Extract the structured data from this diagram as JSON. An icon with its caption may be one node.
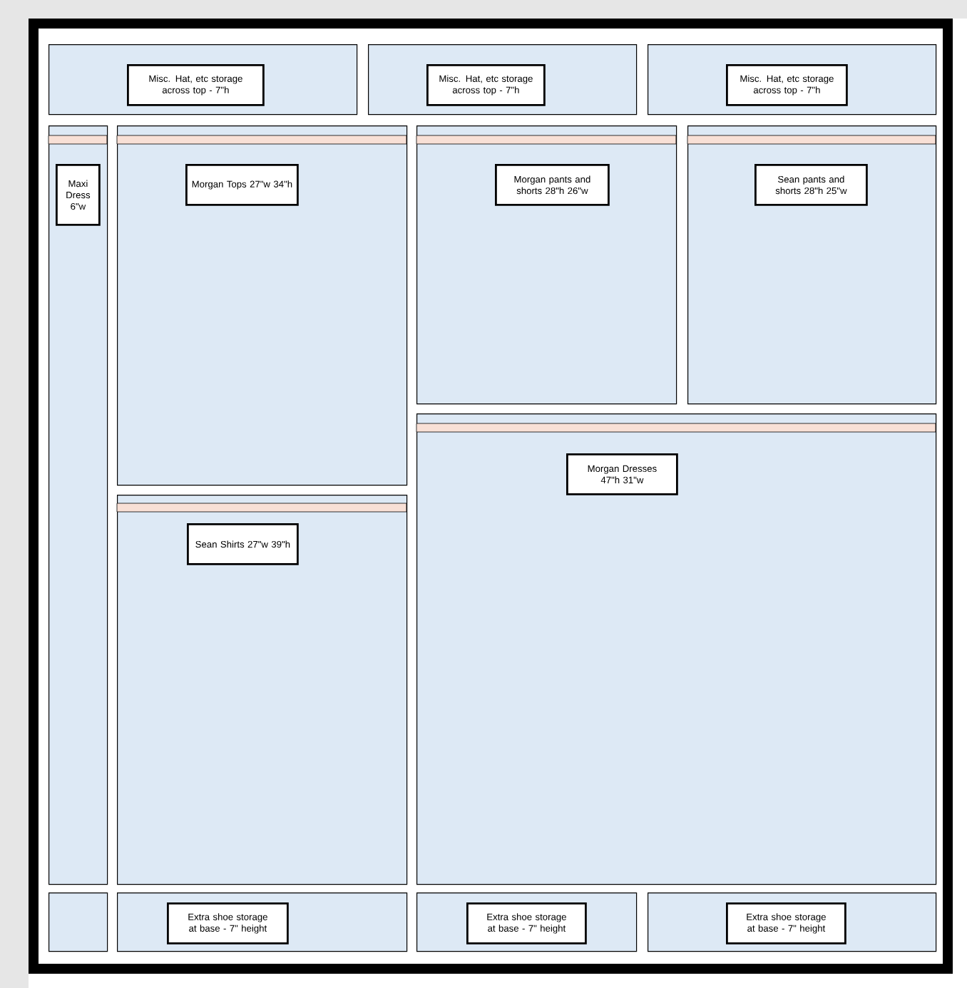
{
  "diagram": {
    "nodes": [
      {
        "text": [],
        "shape": "box"
      },
      {
        "text": [
          "Misc. Hat, etc storage across top - 7\"h"
        ],
        "in": 0
      },
      {
        "text": [],
        "shape": "box"
      },
      {
        "text": [
          "Misc. Hat, etc storage across top - 7\"h"
        ],
        "in": 2
      },
      {
        "text": [],
        "shape": "box"
      },
      {
        "text": [
          "Misc. Hat, etc storage across top - 7\"h"
        ],
        "in": 4
      },
      {
        "text": [],
        "shape": "box"
      },
      {
        "text": [
          "Maxi Dress 6\"w"
        ],
        "in": 6
      },
      {
        "text": [],
        "shape": "box"
      },
      {
        "text": [
          "Morgan Tops 27\"w 34\"h"
        ],
        "in": 8
      },
      {
        "text": [],
        "shape": "box"
      },
      {
        "text": [
          "Morgan pants and shorts 28\"h 26\"w"
        ],
        "in": 10
      },
      {
        "text": [],
        "shape": "box"
      },
      {
        "text": [
          "Sean pants and shorts 28\"h 25\"w"
        ],
        "in": 12
      },
      {
        "text": [],
        "shape": "box"
      },
      {
        "text": [
          "Morgan Dresses 47\"h 31\"w"
        ],
        "in": 14
      },
      {
        "text": [],
        "shape": "box"
      },
      {
        "text": [
          "Sean Shirts 27\"w 39\"h"
        ],
        "in": 16
      },
      {
        "text": [],
        "shape": "box"
      },
      {
        "text": [],
        "shape": "box"
      },
      {
        "text": [
          "Extra shoe storage at base - 7\" height"
        ],
        "in": 19
      },
      {
        "text": [],
        "shape": "box"
      },
      {
        "text": [
          "Extra shoe storage at base - 7\" height"
        ],
        "in": 21
      },
      {
        "text": [],
        "shape": "box"
      },
      {
        "text": [
          "Extra shoe storage at base - 7\" height"
        ],
        "in": 23
      }
    ]
  }
}
